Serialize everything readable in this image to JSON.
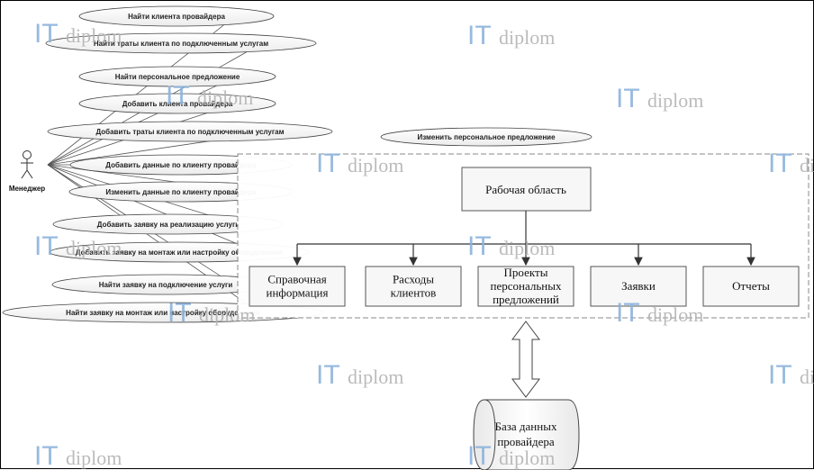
{
  "actor": {
    "label": "Менеджер"
  },
  "use_cases": [
    "Найти клиента провайдера",
    "Найти траты клиента по подключенным услугам",
    "Найти персональное предложение",
    "Добавить клиента провайдера",
    "Добавить траты клиента по подключенным услугам",
    "Добавить данные по клиенту провайдера",
    "Изменить данные по клиенту провайдера",
    "Добавить заявку на реализацию услуги",
    "Добавить заявку на монтаж или настройку оборудования",
    "Найти заявку на подключение услуги",
    "Найти заявку на монтаж или настройку оборудования"
  ],
  "floating_use_case": "Изменить персональное предложение",
  "workspace": {
    "root": "Рабочая область",
    "children": [
      [
        "Справочная",
        "информация"
      ],
      [
        "Расходы",
        "клиентов"
      ],
      [
        "Проекты",
        "персональных",
        "предложений"
      ],
      [
        "Заявки"
      ],
      [
        "Отчеты"
      ]
    ]
  },
  "database": [
    "База данных",
    "провайдера"
  ],
  "watermark": {
    "prefix": "IT",
    "suffix": "diplom"
  }
}
